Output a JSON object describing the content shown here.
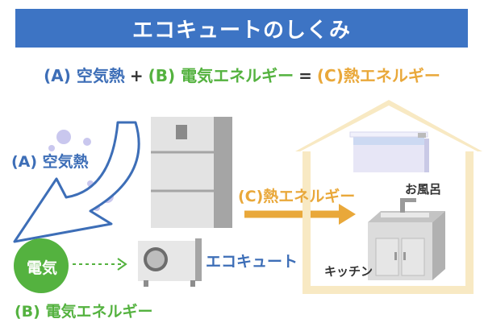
{
  "title": "エコキュートのしくみ",
  "formula": {
    "air_heat": "(A) 空気熱",
    "plus": "+",
    "electric_energy": "(B) 電気エネルギー",
    "equals": "=",
    "heat_energy": "(C)熱エネルギー"
  },
  "labels": {
    "air_heat": "(A) 空気熱",
    "electricity_circle": "電気",
    "electric_energy": "(B) 電気エネルギー",
    "heat_energy": "(C)熱エネルギー",
    "ecocute": "エコキュート",
    "bath": "お風呂",
    "kitchen": "キッチン"
  },
  "colors": {
    "banner": "#3d74c4",
    "blue": "#3d6eb7",
    "green": "#54b23f",
    "gold": "#e9a83a"
  }
}
